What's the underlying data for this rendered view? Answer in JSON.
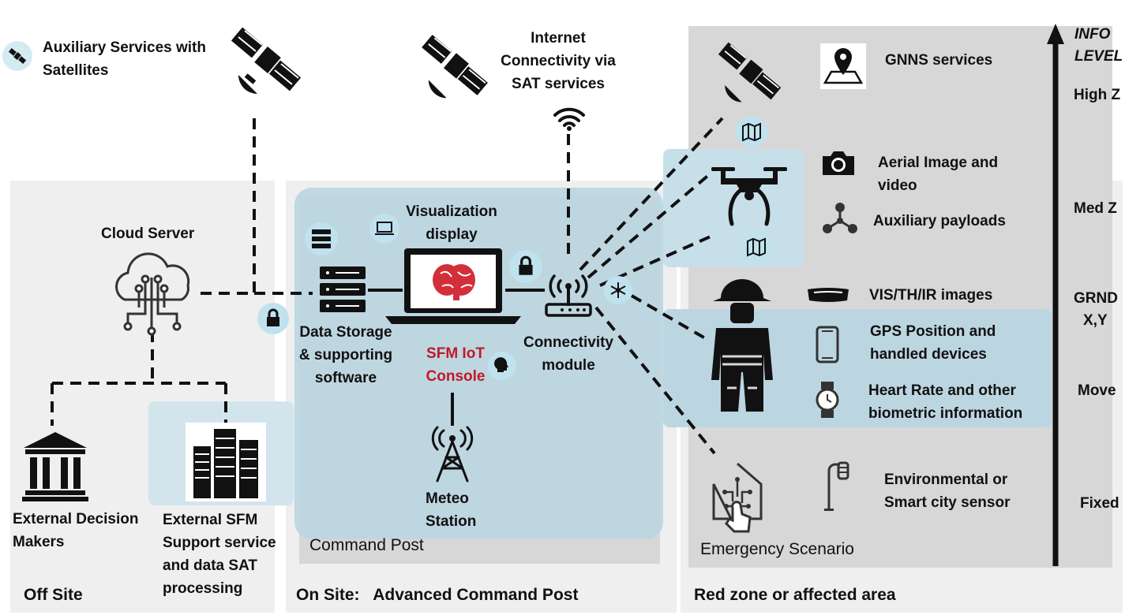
{
  "zones": {
    "off_site": "Off Site",
    "on_site": "On Site:   Advanced Command Post",
    "red_zone": "Red zone or affected area",
    "command_post": "Command Post",
    "emergency_scenario": "Emergency Scenario"
  },
  "nodes": {
    "aux_services": "Auxiliary Services with Satellites",
    "internet": "Internet Connectivity via SAT services",
    "cloud_server": "Cloud Server",
    "visualization": "Visualization display",
    "data_storage": "Data Storage & supporting software",
    "console": "SFM IoT Console",
    "connectivity": "Connectivity module",
    "meteo": "Meteo Station",
    "ext_decision": "External Decision Makers",
    "ext_sfm": "External SFM Support service and data SAT processing"
  },
  "sensors": {
    "gnns": "GNNS services",
    "aerial": "Aerial Image and video",
    "aux_payloads": "Auxiliary payloads",
    "vis": "VIS/TH/IR images",
    "gps": "GPS Position and handled devices",
    "heart": "Heart Rate and other biometric information",
    "env": "Environmental or Smart city sensor"
  },
  "info_levels": {
    "title_1": "INFO",
    "title_2": "LEVEL",
    "high": "High Z",
    "med": "Med Z",
    "grnd_1": "GRND",
    "grnd_2": "X,Y",
    "move": "Move",
    "fixed": "Fixed"
  },
  "colors": {
    "panel_grey": "#efefef",
    "panel_grey_dark": "#d9d9d9",
    "highlight_blue": "#bcd6e1",
    "badge_blue": "#bfe2ee",
    "console_red": "#c0192b"
  }
}
